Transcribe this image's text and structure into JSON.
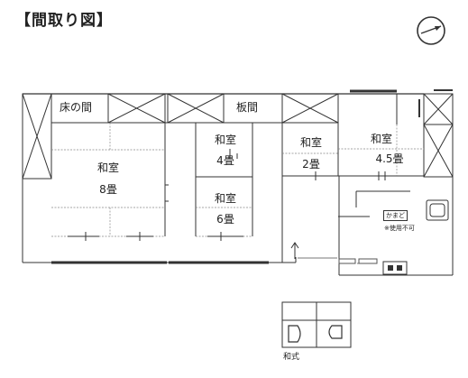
{
  "title": "【間取り図】",
  "rooms": [
    {
      "name": "和室",
      "size": "8畳"
    },
    {
      "name": "和室",
      "size": "4畳"
    },
    {
      "name": "和室",
      "size": "6畳"
    },
    {
      "name": "和室",
      "size": "2畳"
    },
    {
      "name": "和室",
      "size": "4.5畳"
    }
  ],
  "spaces": {
    "tokonoma": "床の間",
    "itanoma": "板間",
    "kamado": "かまど",
    "kamado_note": "※使用不可",
    "toilet": "和式"
  },
  "icons": {
    "compass": "compass-icon",
    "entrance": "arrow-up-icon",
    "sink": "sink-icon",
    "stove": "stove-icon",
    "toilet": "toilet-icon"
  },
  "colors": {
    "wall": "#333333",
    "tatami_line": "#888888",
    "window": "#444444"
  }
}
